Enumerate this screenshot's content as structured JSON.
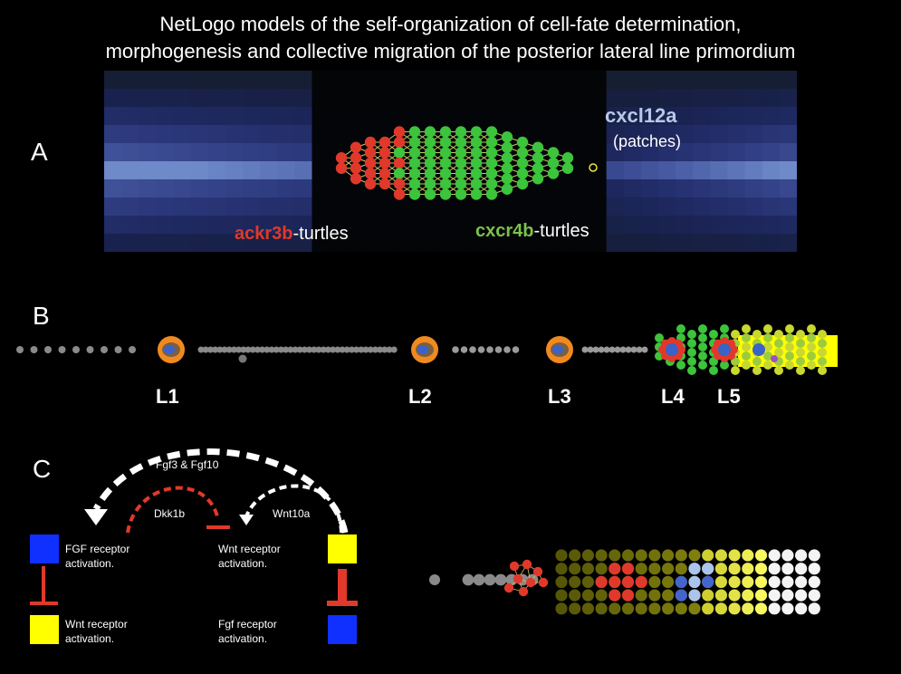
{
  "title_lines": [
    "NetLogo models of the self-organization of cell-fate determination,",
    "morphogenesis and collective migration of the posterior lateral line primordium",
    "morphogenesis"
  ],
  "panels": {
    "a": "A",
    "b": "B",
    "c": "C"
  },
  "panel_a": {
    "cxcl12a_label": "cxcl12a",
    "patches_label": "(patches)",
    "ackr3b_name": "ackr3b",
    "ackr3b_suffix": "-turtles",
    "cxcr4b_name": "cxcr4b",
    "cxcr4b_suffix": "-turtles"
  },
  "panel_b": {
    "labels": [
      "L1",
      "L2",
      "L3",
      "L4",
      "L5"
    ]
  },
  "panel_c": {
    "fgf_signal": "Fgf3 & Fgf10",
    "dkk_signal": "Dkk1b",
    "wnt_signal": "Wnt10a",
    "left_top": "FGF receptor activation.",
    "left_bottom": "Wnt receptor activation.",
    "mid_top": "Wnt receptor activation.",
    "mid_bottom": "Fgf receptor activation."
  },
  "colors": {
    "red": "#e0392b",
    "green": "#3cc43c",
    "yellow": "#ffff00",
    "blue": "#1030ff",
    "orange": "#f08a20",
    "grey": "#9a9a9a",
    "light_blue_text": "#b8c8e8",
    "cxcr4_text": "#7cc24a"
  }
}
